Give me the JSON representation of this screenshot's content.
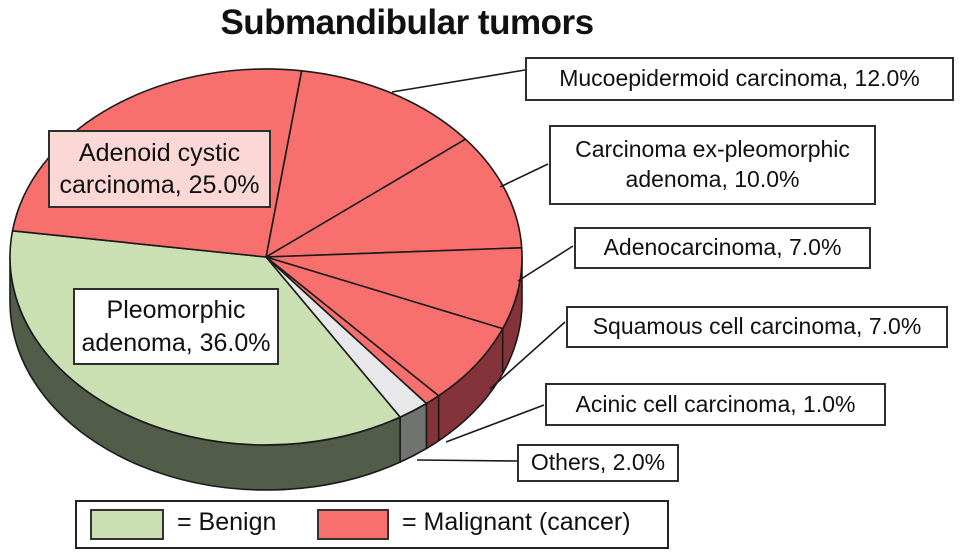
{
  "title": "Submandibular tumors",
  "chart_data": {
    "type": "pie",
    "style": "3d-pie",
    "title": "Submandibular tumors",
    "start_angle": 8,
    "clockwise": true,
    "unit": "%",
    "slices": [
      {
        "label": "Mucoepidermoid carcinoma",
        "value": 12.0,
        "group": "malignant"
      },
      {
        "label": "Carcinoma ex-pleomorphic adenoma",
        "value": 10.0,
        "group": "malignant"
      },
      {
        "label": "Adenocarcinoma",
        "value": 7.0,
        "group": "malignant"
      },
      {
        "label": "Squamous cell carcinoma",
        "value": 7.0,
        "group": "malignant"
      },
      {
        "label": "Acinic cell carcinoma",
        "value": 1.0,
        "group": "malignant"
      },
      {
        "label": "Others",
        "value": 2.0,
        "group": "other"
      },
      {
        "label": "Pleomorphic adenoma",
        "value": 36.0,
        "group": "benign"
      },
      {
        "label": "Adenoid cystic carcinoma",
        "value": 25.0,
        "group": "malignant"
      }
    ],
    "legend": [
      {
        "label": "= Benign",
        "group": "benign"
      },
      {
        "label": "= Malignant (cancer)",
        "group": "malignant"
      }
    ],
    "colors": {
      "benign": "#cadfb2",
      "malignant": "#f7706e",
      "other": "#e8e8ea",
      "benign_side": "#515c49",
      "malignant_side": "#84333a",
      "other_side": "#707370",
      "outline": "#1a1a1a",
      "label_bg": "#ffffff",
      "adenoid_label_bg": "#fbd7d6"
    }
  }
}
